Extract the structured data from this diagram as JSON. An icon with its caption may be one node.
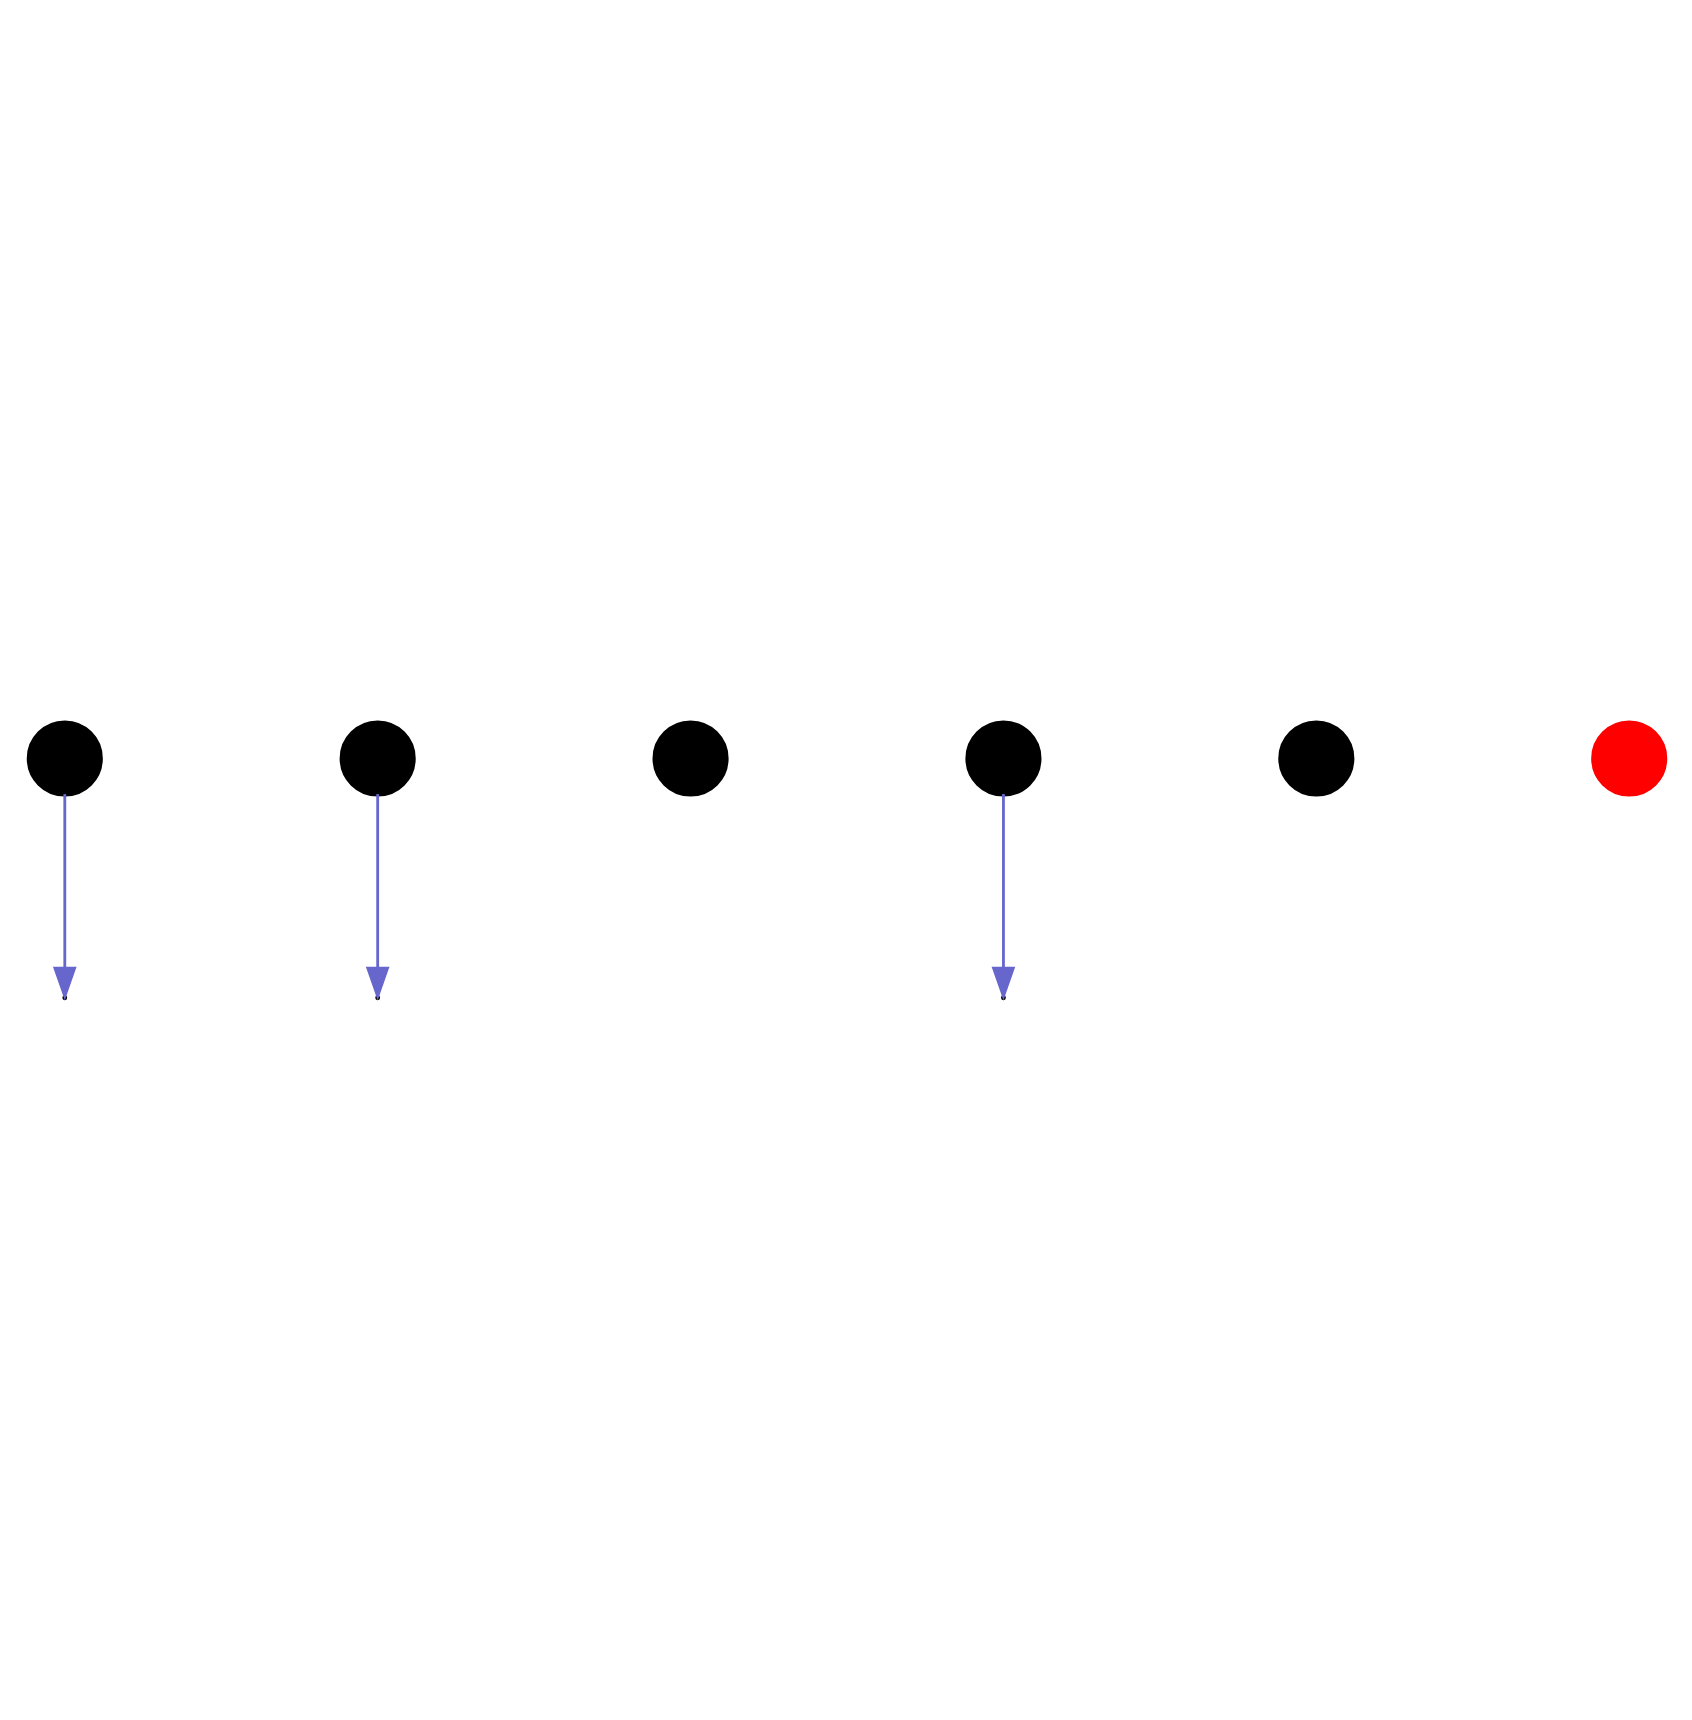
{
  "diagram": {
    "nodes": [
      {
        "text": [],
        "shape": "circle"
      },
      {
        "text": [],
        "shape": "circle"
      },
      {
        "text": [],
        "shape": "circle"
      },
      {
        "text": [],
        "shape": "circle"
      },
      {
        "text": [],
        "shape": "circle"
      },
      {
        "text": [],
        "shape": "circle"
      }
    ],
    "edges": [
      {
        "from": 0,
        "to": null,
        "arrow": "to",
        "color": "#6666cc"
      },
      {
        "from": 3,
        "to": null,
        "arrow": "to",
        "color": "#6666cc"
      },
      {
        "from": 1,
        "to": null,
        "arrow": "to",
        "color": "#6666cc"
      }
    ]
  }
}
